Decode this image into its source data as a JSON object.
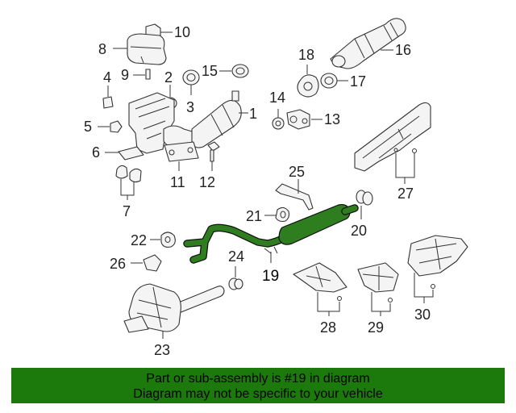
{
  "callouts": {
    "c1": "1",
    "c2": "2",
    "c3": "3",
    "c4": "4",
    "c5": "5",
    "c6": "6",
    "c7": "7",
    "c8": "8",
    "c9": "9",
    "c10": "10",
    "c11": "11",
    "c12": "12",
    "c13": "13",
    "c14": "14",
    "c15": "15",
    "c16": "16",
    "c17": "17",
    "c18": "18",
    "c19": "19",
    "c20": "20",
    "c21": "21",
    "c22": "22",
    "c23": "23",
    "c24": "24",
    "c25": "25",
    "c26": "26",
    "c27": "27",
    "c28": "28",
    "c29": "29",
    "c30": "30"
  },
  "highlight": {
    "part": "19",
    "color": "#2e7d1f"
  },
  "banner": {
    "line1": "Part or sub-assembly is #19 in diagram",
    "line2": "Diagram may not be specific to your vehicle",
    "color": "#1c7a0c"
  }
}
